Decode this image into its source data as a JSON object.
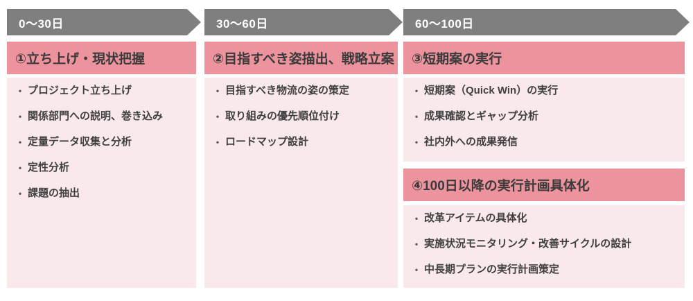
{
  "colors": {
    "band_background": "#7f7f7f",
    "band_text": "#ffffff",
    "header_background": "#ec939e",
    "header_text": "#3a3a3a",
    "body_background": "#fae9eb",
    "body_text": "#404040"
  },
  "phases": [
    {
      "band_label": "0～30日",
      "blocks": [
        {
          "title": "①立ち上げ・現状把握",
          "items": [
            "プロジェクト立ち上げ",
            "関係部門への説明、巻き込み",
            "定量データ収集と分析",
            "定性分析",
            "課題の抽出"
          ]
        }
      ]
    },
    {
      "band_label": "30～60日",
      "blocks": [
        {
          "title": "②目指すべき姿描出、戦略立案",
          "items": [
            "目指すべき物流の姿の策定",
            "取り組みの優先順位付け",
            "ロードマップ設計"
          ]
        }
      ]
    },
    {
      "band_label": "60～100日",
      "blocks": [
        {
          "title": "③短期案の実行",
          "items": [
            "短期案（Quick Win）の実行",
            "成果確認とギャップ分析",
            "社内外への成果発信"
          ]
        },
        {
          "title": "④100日以降の実行計画具体化",
          "items": [
            "改革アイテムの具体化",
            "実施状況モニタリング・改善サイクルの設計",
            "中長期プランの実行計画策定"
          ]
        }
      ]
    }
  ],
  "bullet_glyph": "•"
}
